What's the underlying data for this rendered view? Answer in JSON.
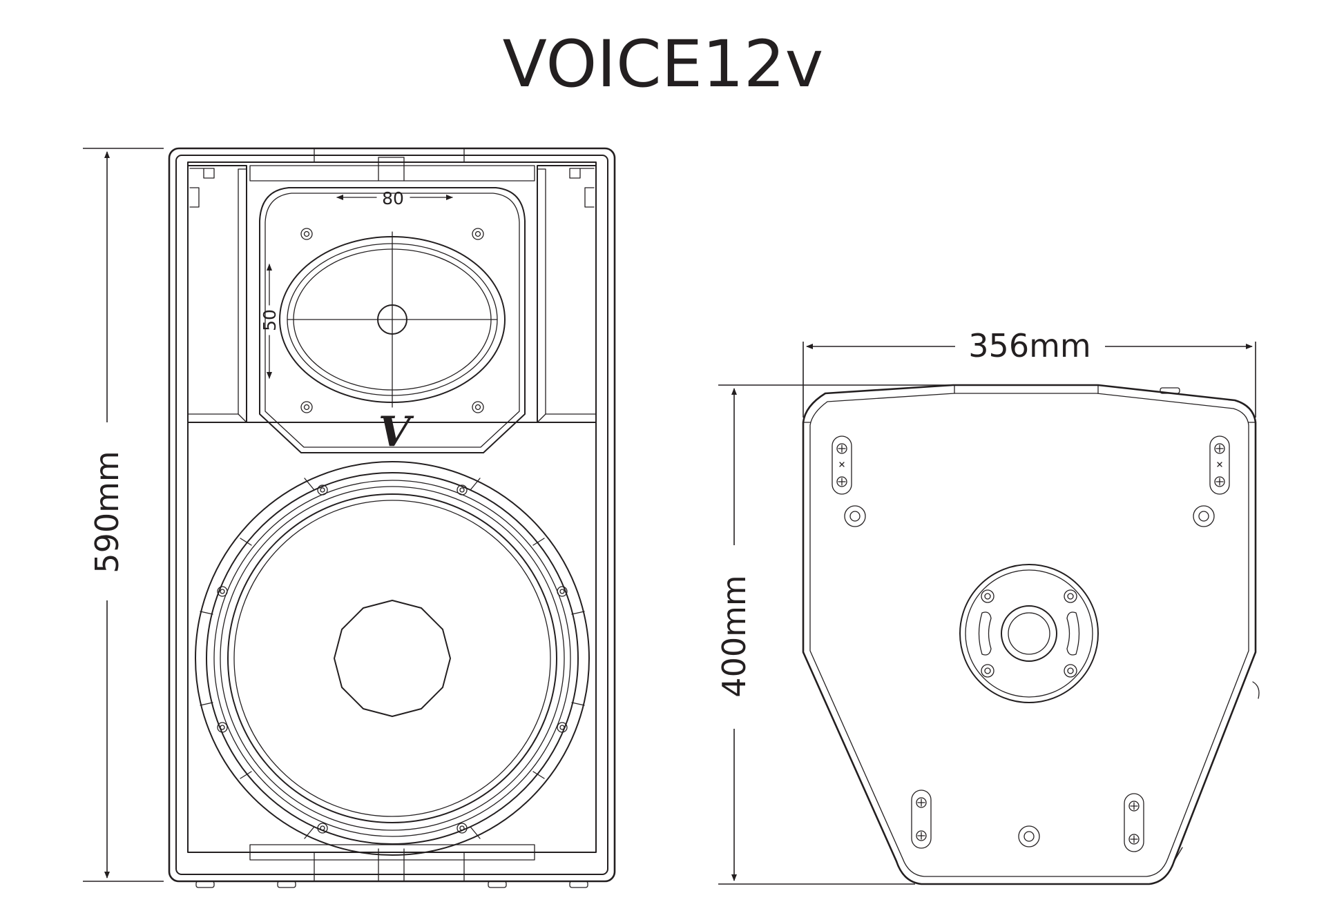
{
  "title": "VOICE12v",
  "dimensions": {
    "height": "590mm",
    "width": "356mm",
    "depth": "400mm"
  },
  "horn": {
    "horizontal": "80",
    "vertical": "50"
  },
  "logo": "V",
  "colors": {
    "line": "#231f20",
    "background": "#ffffff"
  }
}
